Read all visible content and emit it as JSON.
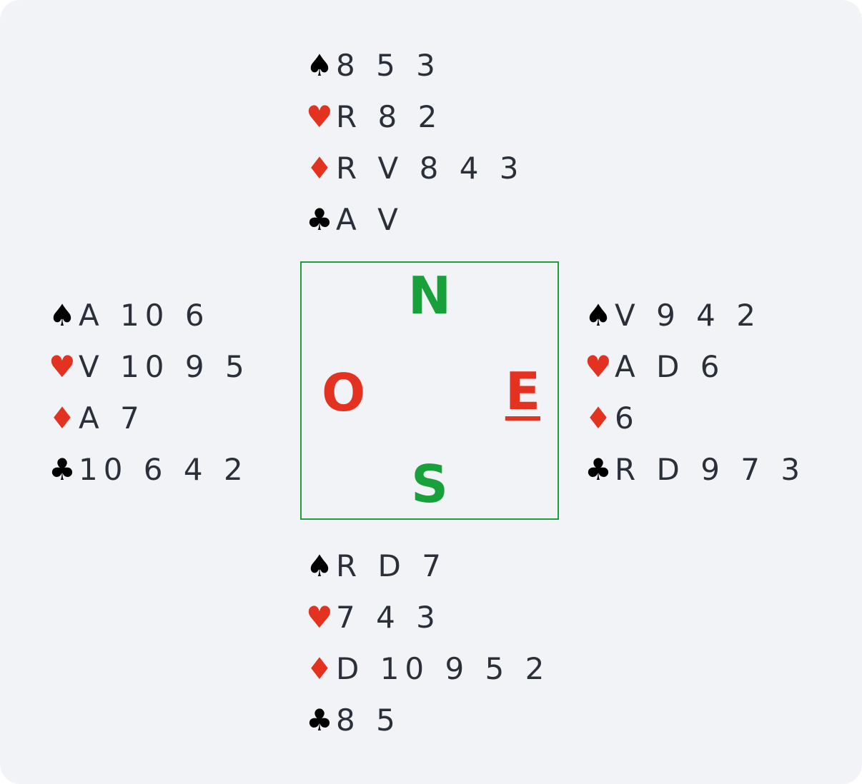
{
  "hands": {
    "north": {
      "spades": "8 5 3",
      "hearts": "R 8 2",
      "diamonds": "R V 8 4 3",
      "clubs": "A V"
    },
    "west": {
      "spades": "A 10 6",
      "hearts": "V 10 9 5",
      "diamonds": "A 7",
      "clubs": "10 6 4 2"
    },
    "east": {
      "spades": "V 9 4 2",
      "hearts": "A D 6",
      "diamonds": "6",
      "clubs": "R D 9 7 3"
    },
    "south": {
      "spades": "R D 7",
      "hearts": "7 4 3",
      "diamonds": "D 10 9 5 2",
      "clubs": "8 5"
    }
  },
  "compass": {
    "north": "N",
    "south": "S",
    "west": "O",
    "east": "E",
    "dealer": "E",
    "vulnerable_color": "#e3321f",
    "not_vulnerable_color": "#18a03a"
  },
  "suits": {
    "spades_icon": "spade-icon",
    "hearts_icon": "heart-icon",
    "diamonds_icon": "diamond-icon",
    "clubs_icon": "club-icon"
  },
  "colors": {
    "background": "#f2f3f7",
    "red_suit": "#e3321f",
    "black_suit": "#000000",
    "card_text": "#2b2f3a",
    "compass_border": "#1f9e3c"
  }
}
